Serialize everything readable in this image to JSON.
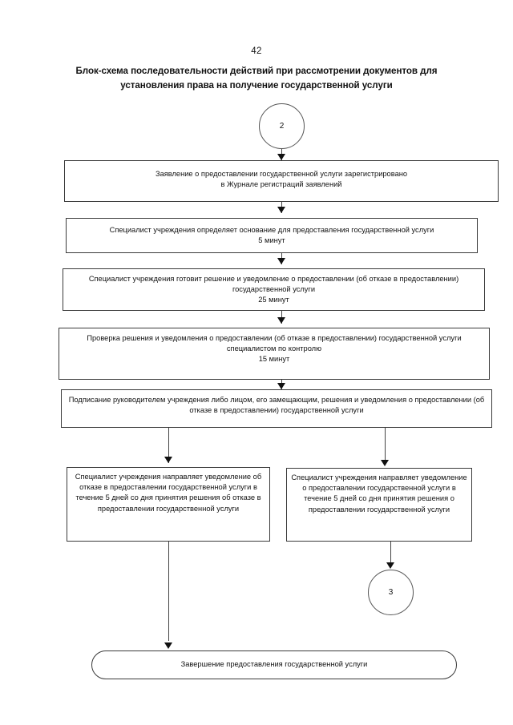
{
  "document": {
    "page_number": "42",
    "title": "Блок-схема последовательности действий при рассмотрении документов для установления права на получение государственной услуги"
  },
  "flowchart": {
    "type": "flowchart",
    "nodes": [
      {
        "id": "connector-in",
        "shape": "circle",
        "label": "2"
      },
      {
        "id": "step-1",
        "shape": "rect",
        "label": "Заявление о предоставлении государственной услуги зарегистрировано\nв Журнале регистраций заявлений"
      },
      {
        "id": "step-2",
        "shape": "rect",
        "label": "Специалист учреждения определяет основание для предоставления государственной услуги\n5 минут"
      },
      {
        "id": "step-3",
        "shape": "rect",
        "label": "Специалист учреждения готовит решение и уведомление о предоставлении (об отказе в предоставлении) государственной услуги\n25 минут"
      },
      {
        "id": "step-4",
        "shape": "rect",
        "label": "Проверка решения и уведомления о предоставлении (об отказе в предоставлении) государственной услуги специалистом по контролю\n15 минут"
      },
      {
        "id": "step-5",
        "shape": "rect",
        "label": "Подписание руководителем учреждения либо лицом, его замещающим, решения и уведомления о предоставлении (об отказе в предоставлении) государственной услуги"
      },
      {
        "id": "branch-refusal",
        "shape": "rect",
        "label": "Специалист учреждения направляет уведомление об отказе в предоставлении государственной услуги в течение 5 дней со дня принятия решения об отказе в предоставлении государственной услуги"
      },
      {
        "id": "branch-grant",
        "shape": "rect",
        "label": "Специалист учреждения направляет уведомление о предоставлении государственной услуги в течение 5 дней со дня принятия решения о предоставлении государственной услуги"
      },
      {
        "id": "connector-out",
        "shape": "circle",
        "label": "3"
      },
      {
        "id": "terminator",
        "shape": "rounded-rect",
        "label": "Завершение предоставления государственной услуги"
      }
    ],
    "edges": [
      {
        "from": "connector-in",
        "to": "step-1"
      },
      {
        "from": "step-1",
        "to": "step-2"
      },
      {
        "from": "step-2",
        "to": "step-3"
      },
      {
        "from": "step-3",
        "to": "step-4"
      },
      {
        "from": "step-4",
        "to": "step-5"
      },
      {
        "from": "step-5",
        "to": "branch-refusal"
      },
      {
        "from": "step-5",
        "to": "branch-grant"
      },
      {
        "from": "branch-refusal",
        "to": "terminator"
      },
      {
        "from": "branch-grant",
        "to": "connector-out"
      }
    ]
  }
}
